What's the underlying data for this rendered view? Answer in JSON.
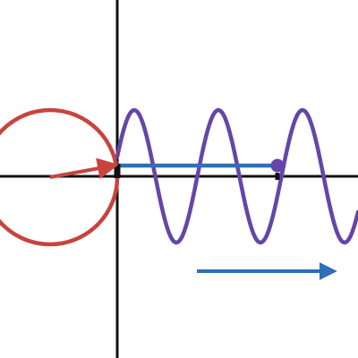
{
  "colors": {
    "background": "#ffffff",
    "axes": "#111111",
    "circle": "#c8443e",
    "radius_arrow": "#c8443e",
    "sine_wave": "#6645a8",
    "projection_line": "#2e6fb7",
    "moving_point": "#6645a8",
    "direction_arrow": "#2e6fb7",
    "tick_mark": "#111111"
  },
  "diagram": {
    "description_elements": [
      "unit-circle",
      "rotating-radius-vector",
      "sine-wave",
      "horizontal-projection-line",
      "traced-point",
      "direction-arrow"
    ]
  }
}
